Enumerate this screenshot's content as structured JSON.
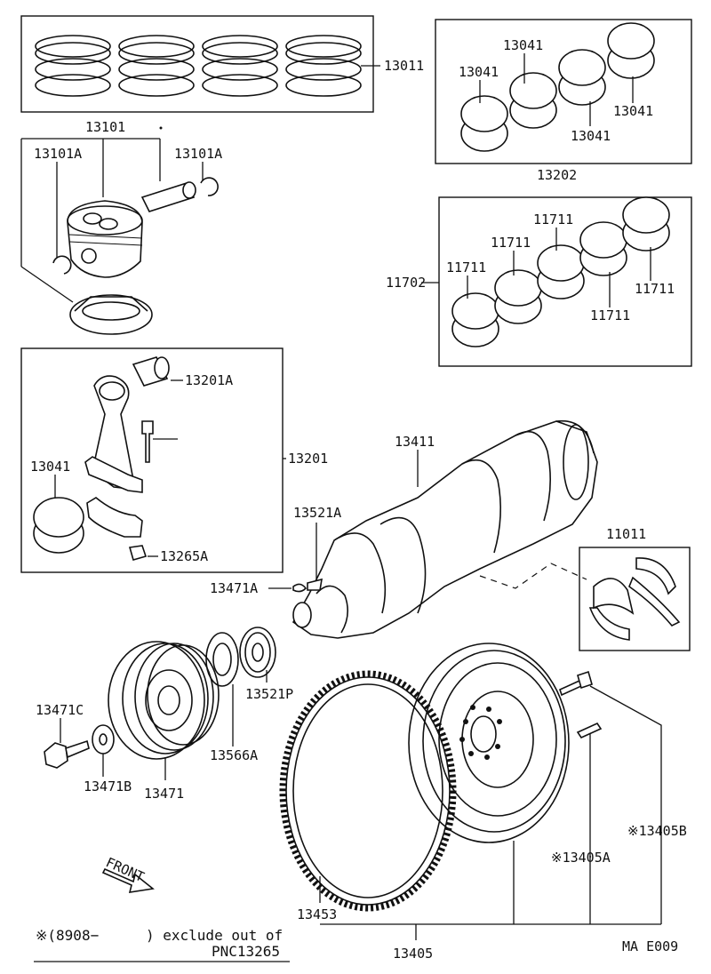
{
  "parts": {
    "p13011": "13011",
    "p13101": "13101",
    "p13101A_left": "13101A",
    "p13101A_right": "13101A",
    "p13041_top": "13041",
    "p13041_left": "13041",
    "p13041_right": "13041",
    "p13041_bottom": "13041",
    "p13202": "13202",
    "p11711_a": "11711",
    "p11711_b": "11711",
    "p11711_c": "11711",
    "p11711_d": "11711",
    "p11711_e": "11711",
    "p11702": "11702",
    "p13201A": "13201A",
    "p13201": "13201",
    "p13041_rod": "13041",
    "p13265A": "13265A",
    "p13411": "13411",
    "p13521A": "13521A",
    "p13471A": "13471A",
    "p11011": "11011",
    "p13521P": "13521P",
    "p13566A": "13566A",
    "p13471C": "13471C",
    "p13471B": "13471B",
    "p13471": "13471",
    "p13405B": "※13405B",
    "p13405A": "※13405A",
    "p13453": "13453",
    "p13405": "13405"
  },
  "front_label": "FRONT",
  "footnote": {
    "line1_prefix": "※(8908−",
    "line1_suffix": ") exclude out of",
    "line2": "PNC13265"
  },
  "figure_code": "MA E009"
}
